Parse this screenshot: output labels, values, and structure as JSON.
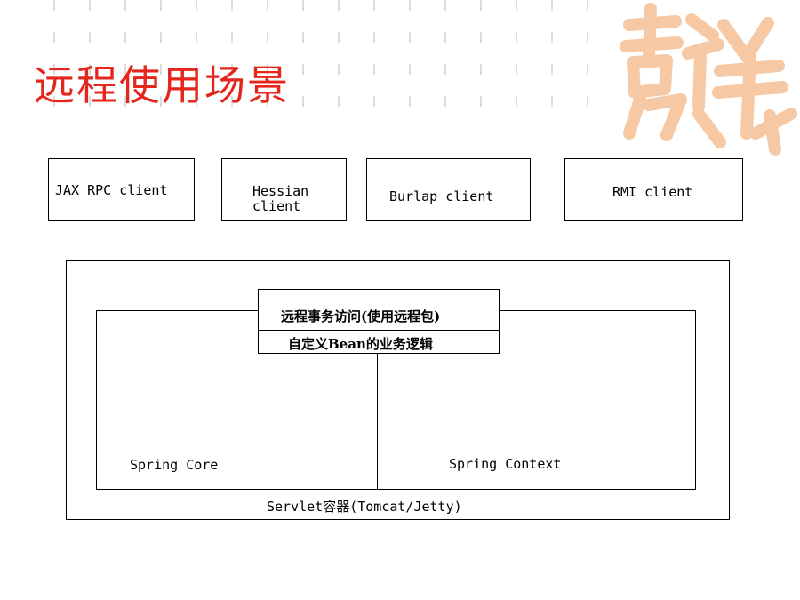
{
  "slide": {
    "title": "远程使用场景"
  },
  "clients": [
    {
      "label": "JAX RPC client"
    },
    {
      "label": "Hessian\nclient"
    },
    {
      "label": "Burlap client"
    },
    {
      "label": "RMI client"
    }
  ],
  "server": {
    "remote_access": "远程事务访问(使用远程包)",
    "business_logic": "自定义Bean的业务逻辑",
    "spring_core": "Spring Core",
    "spring_context": "Spring Context",
    "container": "Servlet容器(Tomcat/Jetty)"
  },
  "colors": {
    "title": "#e5261c",
    "logo": "#f6c9a4",
    "lines": "#000000"
  },
  "icons": {
    "logo": "auspicious-chinese-characters-logo"
  }
}
